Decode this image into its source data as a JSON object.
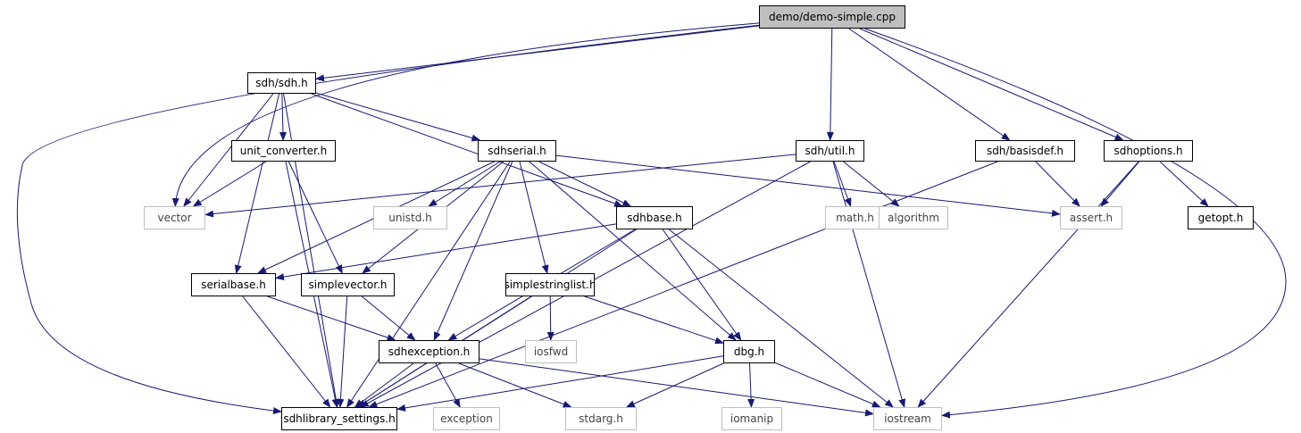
{
  "graph": {
    "edge_color": "#191970",
    "nodes": {
      "demo": "demo/demo-simple.cpp",
      "sdh": "sdh/sdh.h",
      "unitconv": "unit_converter.h",
      "sdhserial": "sdhserial.h",
      "util": "sdh/util.h",
      "basisdef": "sdh/basisdef.h",
      "sdhoptions": "sdhoptions.h",
      "vector": "vector",
      "unistd": "unistd.h",
      "sdhbase": "sdhbase.h",
      "math": "math.h",
      "algorithm": "algorithm",
      "assert": "assert.h",
      "getopt": "getopt.h",
      "serialbase": "serialbase.h",
      "simplevector": "simplevector.h",
      "simplestringlist": "simplestringlist.h",
      "iosfwd": "iosfwd",
      "sdhexception": "sdhexception.h",
      "dbg": "dbg.h",
      "sdhlibrary": "sdhlibrary_settings.h",
      "exception": "exception",
      "stdarg": "stdarg.h",
      "iomanip": "iomanip",
      "iostream": "iostream"
    },
    "node_style": {
      "demo": "root",
      "vector": "ext",
      "unistd": "ext",
      "math": "ext",
      "algorithm": "ext",
      "assert": "ext",
      "iosfwd": "ext",
      "exception": "ext",
      "stdarg": "ext",
      "iomanip": "ext",
      "iostream": "ext"
    }
  }
}
